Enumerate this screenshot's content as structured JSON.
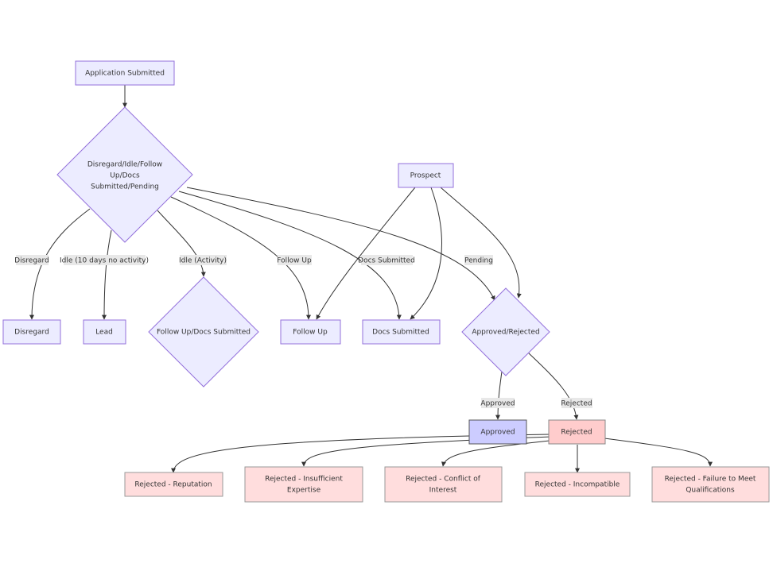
{
  "nodes": {
    "application_submitted": "Application Submitted",
    "decision_main": [
      "Disregard/Idle/Follow",
      "Up/Docs",
      "Submitted/Pending"
    ],
    "prospect": "Prospect",
    "disregard": "Disregard",
    "lead": "Lead",
    "follow_up_docs_submitted": "Follow Up/Docs Submitted",
    "follow_up": "Follow Up",
    "docs_submitted": "Docs Submitted",
    "approved_rejected": "Approved/Rejected",
    "approved": "Approved",
    "rejected": "Rejected",
    "rejected_reputation": "Rejected - Reputation",
    "rejected_insufficient_expertise": [
      "Rejected - Insufficient",
      "Expertise"
    ],
    "rejected_conflict_of_interest": [
      "Rejected - Conflict of",
      "Interest"
    ],
    "rejected_incompatible": "Rejected - Incompatible",
    "rejected_failure_to_meet": [
      "Rejected - Failure to Meet",
      "Qualifications"
    ]
  },
  "edge_labels": {
    "disregard": "Disregard",
    "idle_no_activity": "Idle (10 days no activity)",
    "idle_activity": "Idle (Activity)",
    "follow_up": "Follow Up",
    "docs_submitted": "Docs Submitted",
    "pending": "Pending",
    "approved": "Approved",
    "rejected": "Rejected"
  },
  "colors": {
    "node_fill": "#ECECFF",
    "node_stroke": "#9370DB",
    "approved_fill": "#CCCCFF",
    "rejected_fill": "#FFCCCC",
    "edge_stroke": "#333333",
    "edge_label_bg": "#e8e8e8"
  }
}
